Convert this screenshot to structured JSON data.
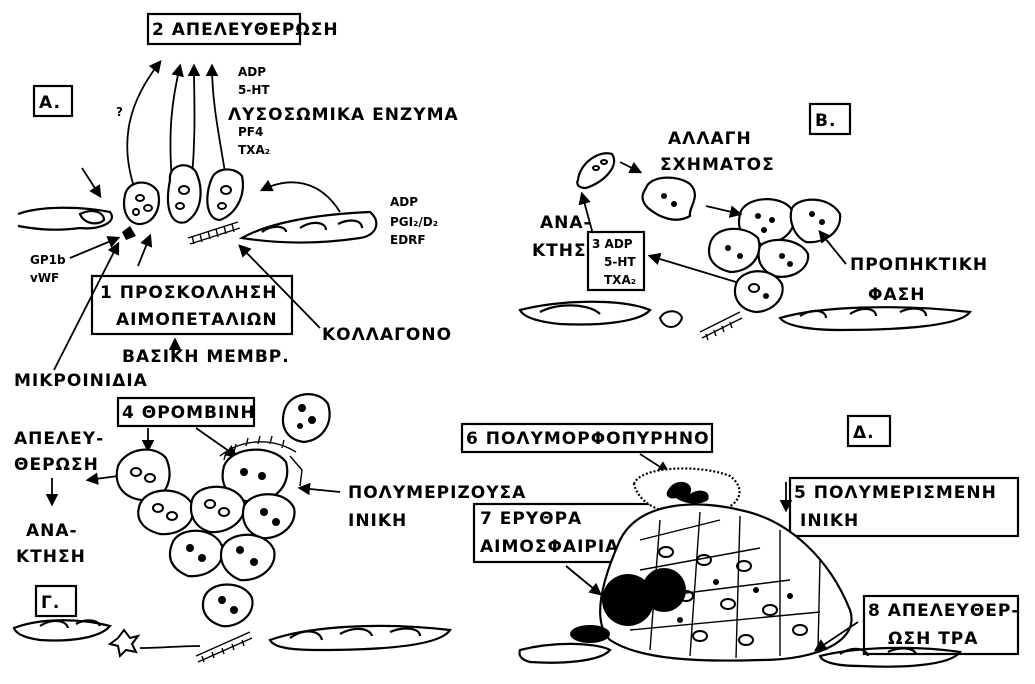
{
  "panels": {
    "a": "A.",
    "b": "B.",
    "c": "Γ.",
    "d": "Δ."
  },
  "labels": {
    "release2": "2 ΑΠΕΛΕΥΘΕΡΩΣΗ",
    "question": "?",
    "adp_top": "ADP",
    "ht_top": "5-HT",
    "lysosomal": "ΛΥΣΟΣΩΜΙΚΑ ΕΝΖΥΜΑ",
    "pf4": "PF4",
    "txa2_top": "TXA₂",
    "adp_right": "ADP",
    "pgi2": "PGI₂/D₂",
    "edrf": "EDRF",
    "gp1b": "GP1b",
    "vwf": "vWF",
    "adhesion_line1": "1 ΠΡΟΣΚΟΛΛΗΣΗ",
    "adhesion_line2": "ΑΙΜΟΠΕΤΑΛΙΩΝ",
    "collagen": "ΚΟΛΛΑΓΟΝΟ",
    "basement": "ΒΑΣΙΚΗ ΜΕΜΒΡ.",
    "microfibrils": "ΜΙΚΡΟΙΝΙΔΙΑ",
    "shape_line1": "ΑΛΛΑΓΗ",
    "shape_line2": "ΣΧΗΜΑΤΟΣ",
    "reuptake_line1": "ΑΝΑ-",
    "reuptake_line2": "ΚΤΗΣΗ",
    "box3_line1": "3 ADP",
    "box3_line2": "5-HT",
    "box3_line3": "TXA₂",
    "procoag_line1": "ΠΡΟΠΗΚΤΙΚΗ",
    "procoag_line2": "ΦΑΣΗ",
    "thrombin4": "4 ΘΡΟΜΒΙΝΗ",
    "release_g_line1": "ΑΠΕΛΕΥ-",
    "release_g_line2": "ΘΕΡΩΣΗ",
    "reuptake_g_line1": "ΑΝΑ-",
    "reuptake_g_line2": "ΚΤΗΣΗ",
    "polymerizing_line1": "ΠΟΛΥΜΕΡΙΖΟΥΣΑ",
    "polymerizing_line2": "ΙΝΙΚΗ",
    "pmn6": "6 ΠΟΛΥΜΟΡΦΟΠΥΡΗΝΟ",
    "rbc_line1": "7 ΕΡΥΘΡΑ",
    "rbc_line2": "ΑΙΜΟΣΦΑΙΡΙΑ",
    "polymerized_line1": "5 ΠΟΛΥΜΕΡΙΣΜΕΝΗ",
    "polymerized_line2": "ΙΝΙΚΗ",
    "tpa_line1": "8 ΑΠΕΛΕΥΘΕΡ-",
    "tpa_line2": "ΩΣΗ ΤΡΑ"
  }
}
